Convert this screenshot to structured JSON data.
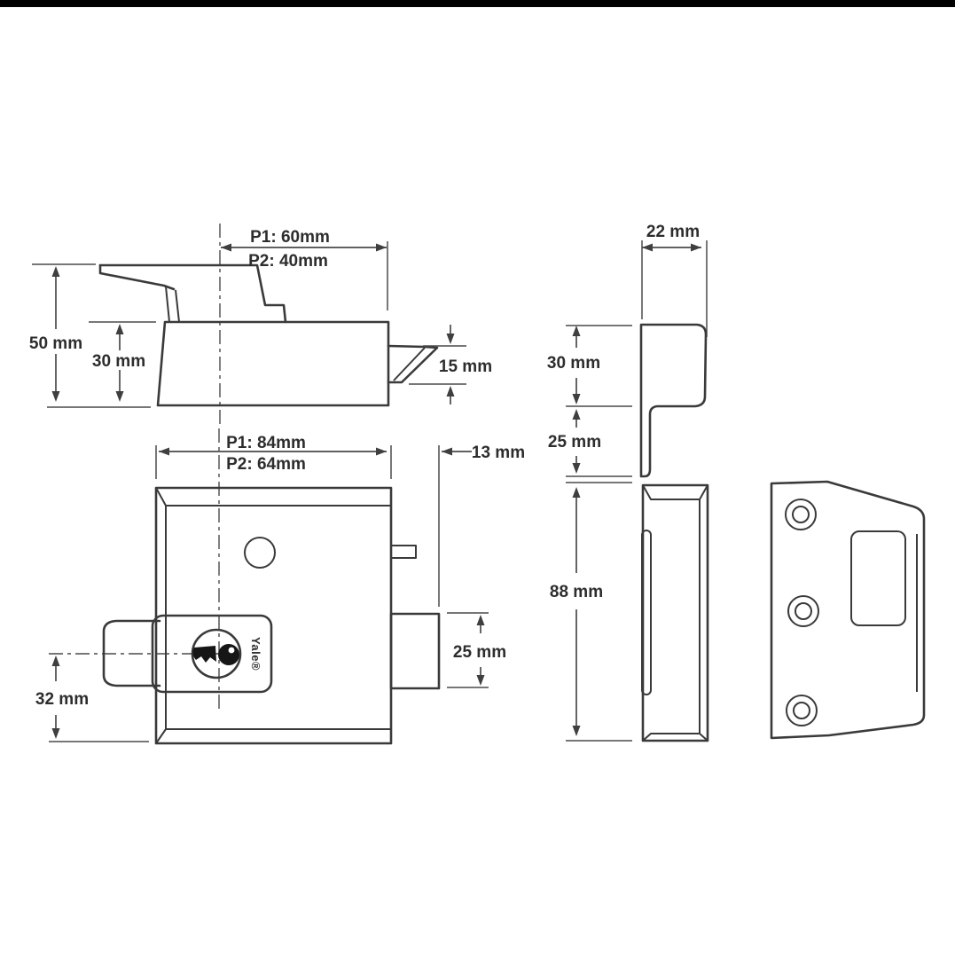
{
  "meta": {
    "background_color": "#ffffff",
    "line_color": "#3a3a3a",
    "text_color": "#2d2d2d",
    "top_bar_color": "#000000",
    "drawing_type": "nightlatch lock dimension diagram"
  },
  "brand": {
    "cylinder_logo": "Yale®"
  },
  "views": {
    "top_view": {
      "dims": {
        "projection_p1": "P1: 60mm",
        "projection_p2": "P2: 40mm",
        "overall_height": "50 mm",
        "case_height": "30 mm",
        "latch_depth": "15 mm"
      }
    },
    "front_view": {
      "dims": {
        "width_p1": "P1: 84mm",
        "width_p2": "P2: 64mm",
        "door_edge_offset": "13 mm",
        "latch_height": "25 mm",
        "cylinder_offset": "32 mm"
      }
    },
    "side_view": {
      "dims": {
        "depth": "22 mm",
        "top_section": "30 mm",
        "mid_section": "25 mm",
        "case_length": "88 mm"
      }
    }
  }
}
